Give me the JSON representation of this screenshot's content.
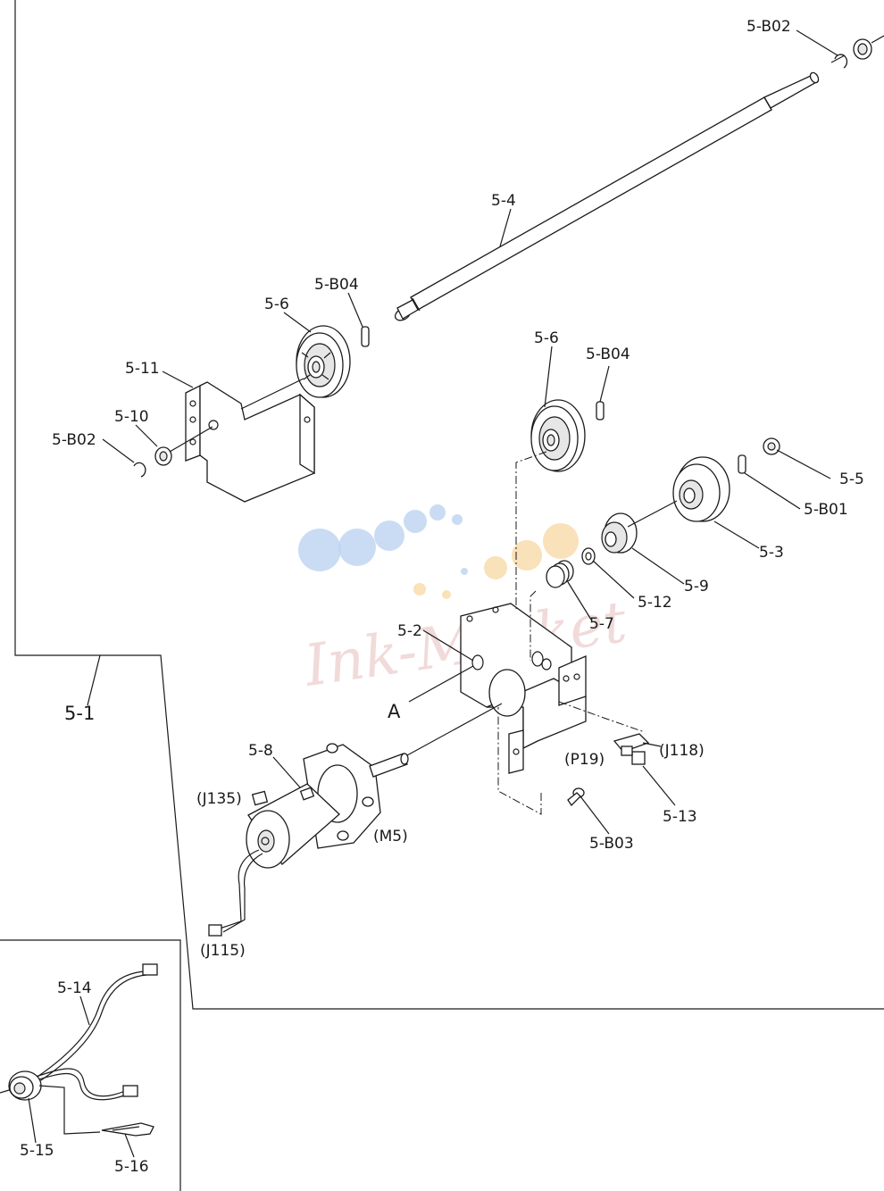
{
  "labels": {
    "b02_top": "5-B02",
    "p4": "5-4",
    "b04_left": "5-B04",
    "p6_left": "5-6",
    "p11": "5-11",
    "p10": "5-10",
    "b02_left": "5-B02",
    "p6_right": "5-6",
    "b04_right": "5-B04",
    "p5": "5-5",
    "b01": "5-B01",
    "p3": "5-3",
    "p9": "5-9",
    "p12": "5-12",
    "p7": "5-7",
    "p2": "5-2",
    "a": "A",
    "p1": "5-1",
    "p8": "5-8",
    "j135": "(J135)",
    "m5": "(M5)",
    "p19": "(P19)",
    "j118": "(J118)",
    "p13": "5-13",
    "b03": "5-B03",
    "j115": "(J115)",
    "p14": "5-14",
    "p15": "5-15",
    "p16": "5-16"
  },
  "watermark": {
    "text": "Ink-Market",
    "colors": {
      "blue": "#bcd3f0",
      "orange": "#f7d9a8"
    }
  }
}
